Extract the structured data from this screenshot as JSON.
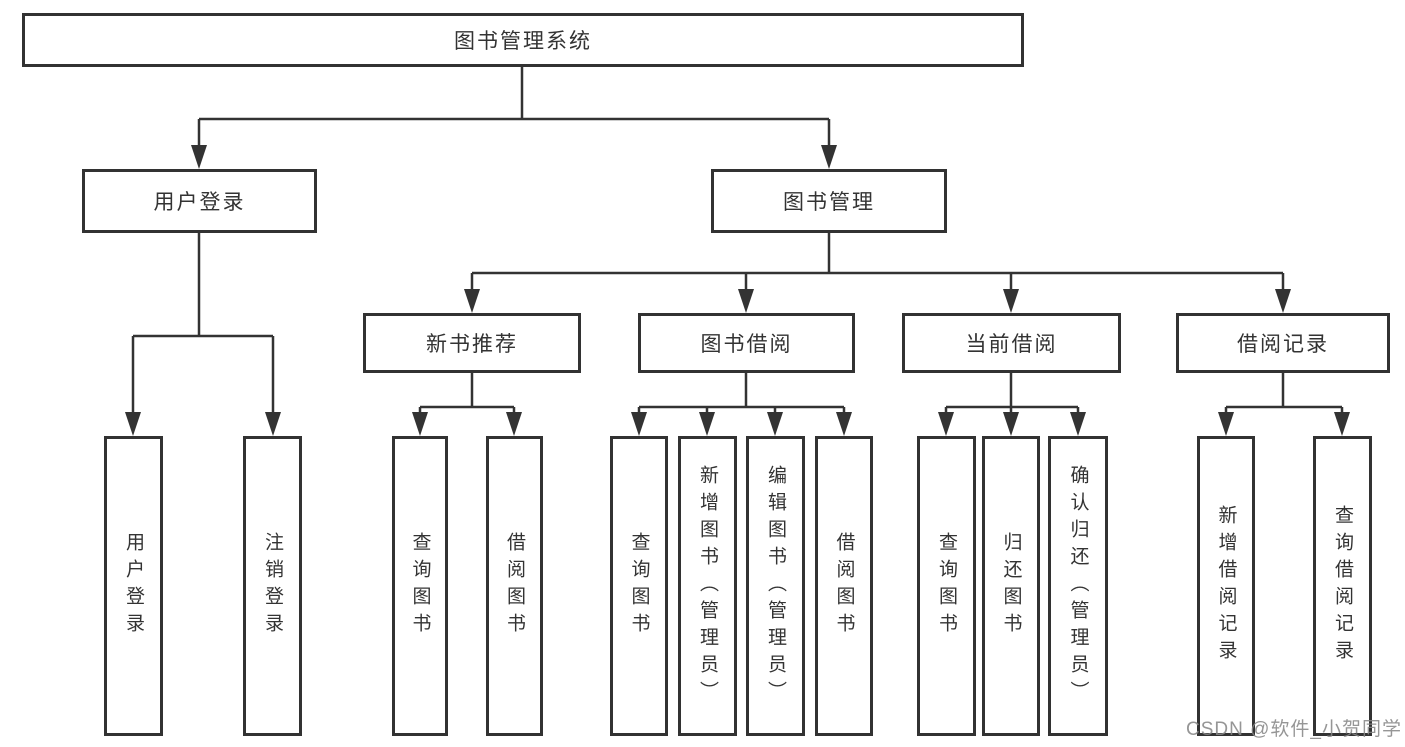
{
  "diagram": {
    "root": {
      "label": "图书管理系统"
    },
    "branches": [
      {
        "label": "用户登录",
        "children": [
          {
            "label": "用户登录"
          },
          {
            "label": "注销登录"
          }
        ]
      },
      {
        "label": "图书管理",
        "children": [
          {
            "label": "新书推荐",
            "children": [
              {
                "label": "查询图书"
              },
              {
                "label": "借阅图书"
              }
            ]
          },
          {
            "label": "图书借阅",
            "children": [
              {
                "label": "查询图书"
              },
              {
                "label": "新增图书（管理员）"
              },
              {
                "label": "编辑图书（管理员）"
              },
              {
                "label": "借阅图书"
              }
            ]
          },
          {
            "label": "当前借阅",
            "children": [
              {
                "label": "查询图书"
              },
              {
                "label": "归还图书"
              },
              {
                "label": "确认归还（管理员）"
              }
            ]
          },
          {
            "label": "借阅记录",
            "children": [
              {
                "label": "新增借阅记录"
              },
              {
                "label": "查询借阅记录"
              }
            ]
          }
        ]
      }
    ]
  },
  "watermark": {
    "text": "CSDN @软件_小贺同学"
  },
  "colors": {
    "line": "#333333",
    "text": "#333333",
    "box_background": "#ffffff",
    "watermark": "#878787",
    "background": "#ffffff"
  }
}
